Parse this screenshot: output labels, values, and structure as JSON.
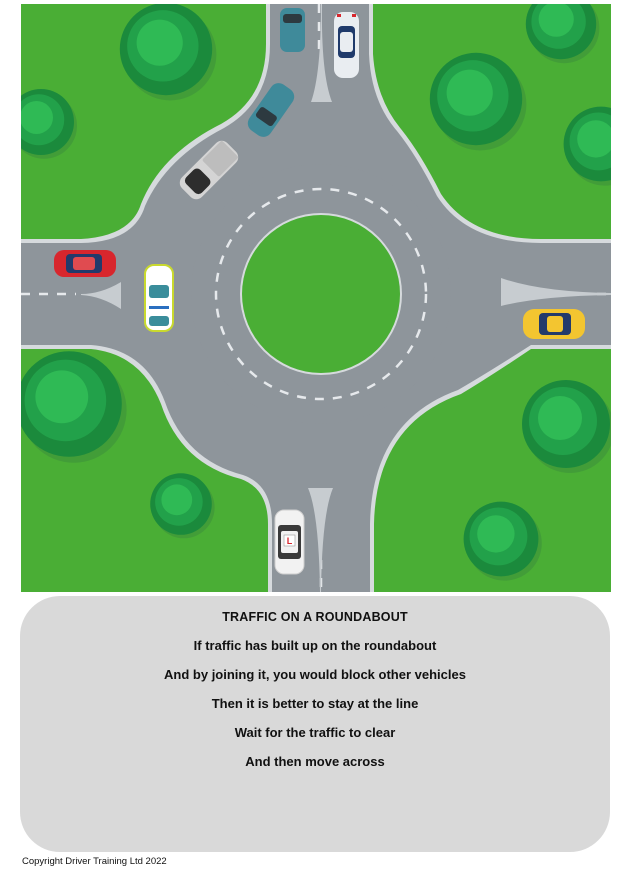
{
  "illustration": {
    "title": "Roundabout top-down illustration",
    "colors": {
      "grass": "#4aae35",
      "road": "#8e959b",
      "road_edge": "#d6dadd",
      "lane_marking": "#e6e9ec",
      "island": "#4aae35",
      "tree_dark": "#1b8a3c",
      "tree_mid": "#22a14a",
      "tree_light": "#2fba55"
    },
    "vehicles": [
      {
        "id": "teal-car-top-queue",
        "color": "#3f8a9a",
        "position": "north approach, exiting lane"
      },
      {
        "id": "white-blue-car-north",
        "color": "#e9edf1",
        "position": "north approach, entry lane waiting"
      },
      {
        "id": "teal-car-circulating",
        "color": "#3f8a9a",
        "position": "on roundabout, north-west"
      },
      {
        "id": "silver-pickup",
        "color": "#c9c9c9",
        "position": "on roundabout, north-west"
      },
      {
        "id": "red-car",
        "color": "#d8262d",
        "position": "west approach, exiting lane"
      },
      {
        "id": "police-car",
        "color": "#ffffff",
        "position": "on roundabout, west"
      },
      {
        "id": "yellow-car",
        "color": "#f3c530",
        "position": "east approach, waiting"
      },
      {
        "id": "learner-car",
        "color": "#f2f2f2",
        "position": "south approach, waiting at line",
        "badge": "L"
      }
    ]
  },
  "caption": {
    "title": "TRAFFIC ON A ROUNDABOUT",
    "lines": [
      "If traffic has built up on the roundabout",
      "And by joining it, you would block other vehicles",
      "Then it is better to stay at the line",
      "Wait for the traffic to clear",
      "And then move across"
    ]
  },
  "footer": {
    "copyright": "Copyright Driver Training Ltd 2022"
  }
}
